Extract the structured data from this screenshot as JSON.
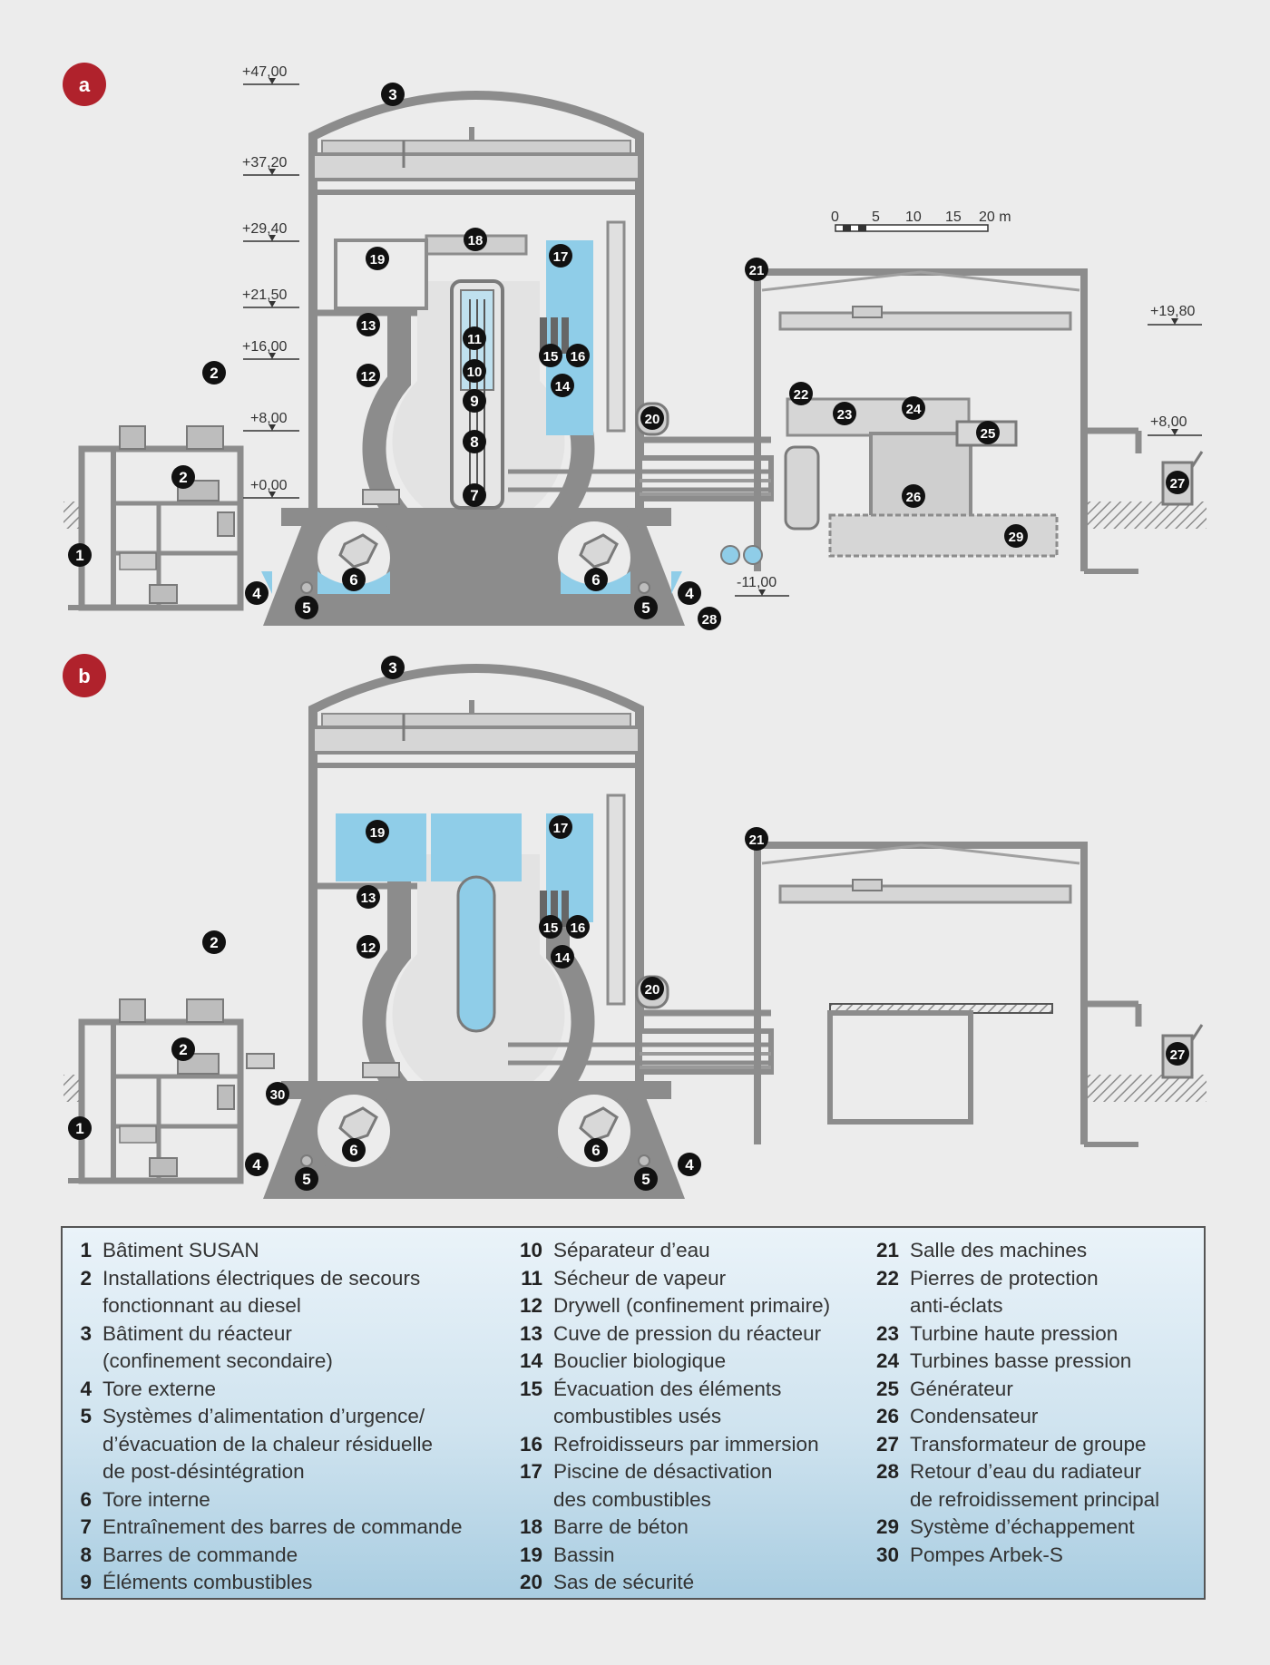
{
  "panels": {
    "a": "a",
    "b": "b"
  },
  "levels": [
    "+47,00",
    "+37,20",
    "+29,40",
    "+21,50",
    "+16,00",
    "+8,00",
    "+0,00",
    "-11,00",
    "+19,80",
    "+8,00"
  ],
  "scale": {
    "ticks": [
      "0",
      "5",
      "10",
      "15",
      "20 m"
    ]
  },
  "colors": {
    "structure": "#8c8c8c",
    "water": "#8fcde8",
    "badge": "#111111",
    "panel_marker": "#b0222c"
  },
  "legend": {
    "columns": [
      [
        {
          "n": "1",
          "t": "Bâtiment SUSAN"
        },
        {
          "n": "2",
          "t": "Installations électriques de secours\nfonctionnant au diesel"
        },
        {
          "n": "3",
          "t": "Bâtiment du réacteur\n(confinement secondaire)"
        },
        {
          "n": "4",
          "t": "Tore externe"
        },
        {
          "n": "5",
          "t": "Systèmes d’alimentation d’urgence/\nd’évacuation de la chaleur résiduelle\nde post-désintégration"
        },
        {
          "n": "6",
          "t": "Tore interne"
        },
        {
          "n": "7",
          "t": "Entraînement des barres de commande"
        },
        {
          "n": "8",
          "t": "Barres de commande"
        },
        {
          "n": "9",
          "t": "Éléments combustibles"
        }
      ],
      [
        {
          "n": "10",
          "t": "Séparateur d’eau"
        },
        {
          "n": "11",
          "t": "Sécheur de vapeur"
        },
        {
          "n": "12",
          "t": "Drywell (confinement primaire)"
        },
        {
          "n": "13",
          "t": "Cuve de pression du réacteur"
        },
        {
          "n": "14",
          "t": "Bouclier biologique"
        },
        {
          "n": "15",
          "t": "Évacuation des éléments\ncombustibles usés"
        },
        {
          "n": "16",
          "t": "Refroidisseurs par immersion"
        },
        {
          "n": "17",
          "t": "Piscine de désactivation\ndes combustibles"
        },
        {
          "n": "18",
          "t": "Barre de béton"
        },
        {
          "n": "19",
          "t": "Bassin"
        },
        {
          "n": "20",
          "t": "Sas de sécurité"
        }
      ],
      [
        {
          "n": "21",
          "t": "Salle des machines"
        },
        {
          "n": "22",
          "t": "Pierres de protection\nanti-éclats"
        },
        {
          "n": "23",
          "t": "Turbine haute pression"
        },
        {
          "n": "24",
          "t": "Turbines basse pression"
        },
        {
          "n": "25",
          "t": "Générateur"
        },
        {
          "n": "26",
          "t": "Condensateur"
        },
        {
          "n": "27",
          "t": "Transformateur de groupe"
        },
        {
          "n": "28",
          "t": "Retour d’eau du radiateur\nde refroidissement principal"
        },
        {
          "n": "29",
          "t": "Système d’échappement"
        },
        {
          "n": "30",
          "t": "Pompes Arbek-S"
        }
      ]
    ]
  }
}
